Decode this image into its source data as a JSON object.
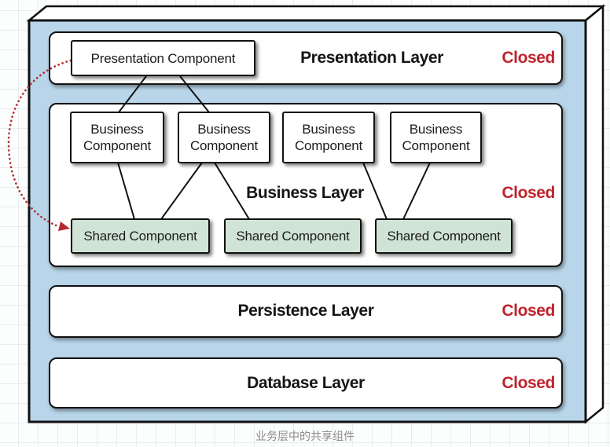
{
  "figure": {
    "caption": "业务层中的共享组件"
  },
  "layers": {
    "presentation": {
      "title": "Presentation Layer",
      "status": "Closed"
    },
    "business": {
      "title": "Business Layer",
      "status": "Closed"
    },
    "persistence": {
      "title": "Persistence Layer",
      "status": "Closed"
    },
    "database": {
      "title": "Database Layer",
      "status": "Closed"
    }
  },
  "components": {
    "presentation_component": {
      "label": "Presentation Component"
    },
    "business_components": [
      {
        "line1": "Business",
        "line2": "Component"
      },
      {
        "line1": "Business",
        "line2": "Component"
      },
      {
        "line1": "Business",
        "line2": "Component"
      },
      {
        "line1": "Business",
        "line2": "Component"
      }
    ],
    "shared_components": [
      {
        "label": "Shared Component"
      },
      {
        "label": "Shared Component"
      },
      {
        "label": "Shared Component"
      }
    ]
  },
  "connections": [
    {
      "from": "presentation-component",
      "to": "business-component-1"
    },
    {
      "from": "presentation-component",
      "to": "business-component-2"
    },
    {
      "from": "business-component-1",
      "to": "shared-component-1"
    },
    {
      "from": "business-component-2",
      "to": "shared-component-1"
    },
    {
      "from": "business-component-2",
      "to": "shared-component-2"
    },
    {
      "from": "business-component-3",
      "to": "shared-component-3"
    },
    {
      "from": "business-component-4",
      "to": "shared-component-3"
    }
  ],
  "annotation_arrow": {
    "type": "red-dotted-arrow",
    "from": "presentation-component",
    "to": "shared-component-1"
  },
  "colors": {
    "box_face_blue": "#b8d5e9",
    "panel_white": "#ffffff",
    "shared_green": "#d0e4d5",
    "status_red": "#c0242e",
    "arrow_red": "#b52a2f",
    "line_black": "#131313"
  }
}
